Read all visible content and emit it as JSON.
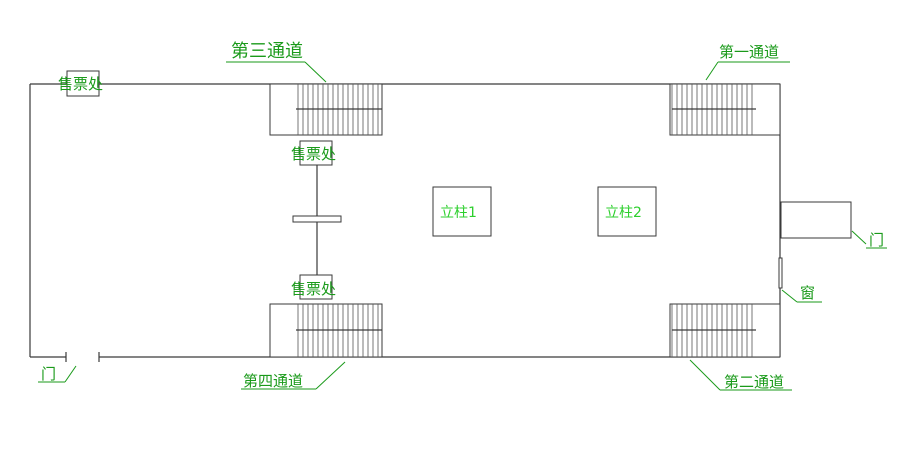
{
  "passages": {
    "third": "第三通道",
    "first": "第一通道",
    "fourth": "第四通道",
    "second": "第二通道"
  },
  "ticket_offices": {
    "top_left": "售票处",
    "center_top": "售票处",
    "center_bottom": "售票处"
  },
  "pillars": {
    "pillar_1": "立柱1",
    "pillar_2": "立柱2"
  },
  "doors": {
    "right": "门",
    "bottom_left": "门"
  },
  "window": "窗",
  "colors": {
    "label": "#1a9a1a",
    "pillar_label": "#2ccf2c",
    "wall": "#3a3a3a"
  }
}
